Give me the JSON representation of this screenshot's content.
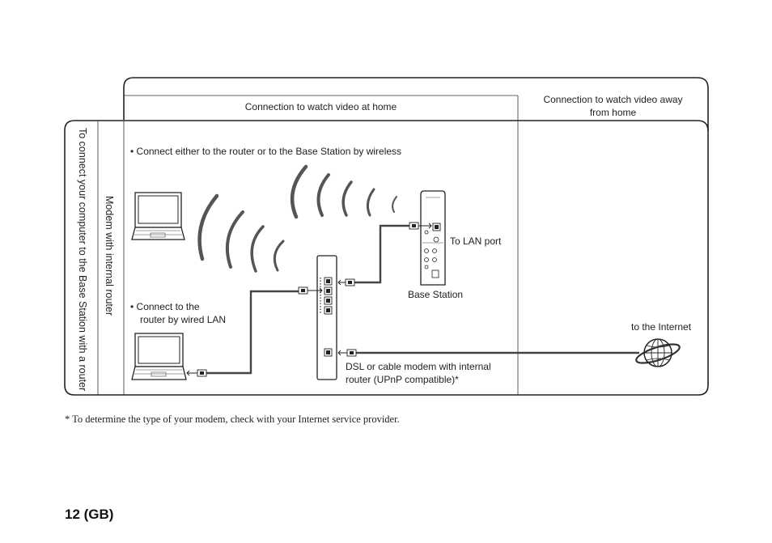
{
  "table": {
    "header_home": "Connection to watch video at home",
    "header_away_line1": "Connection to watch video away",
    "header_away_line2": "from home",
    "row_label": "To connect your computer to the Base Station with a router",
    "subrow_label": "Modem with internal router"
  },
  "diagram": {
    "bullet_wireless": "• Connect either to the router or to the Base Station by wireless",
    "bullet_wired_line1": "• Connect to the",
    "bullet_wired_line2": "router by wired LAN",
    "to_lan_port": "To LAN port",
    "base_station": "Base Station",
    "modem_line1": "DSL or cable modem with internal",
    "modem_line2": "router (UPnP compatible)*",
    "to_internet": "to the Internet"
  },
  "footnote": "* To determine the type of your modem, check with your Internet service provider.",
  "page_number": "12 (GB)"
}
